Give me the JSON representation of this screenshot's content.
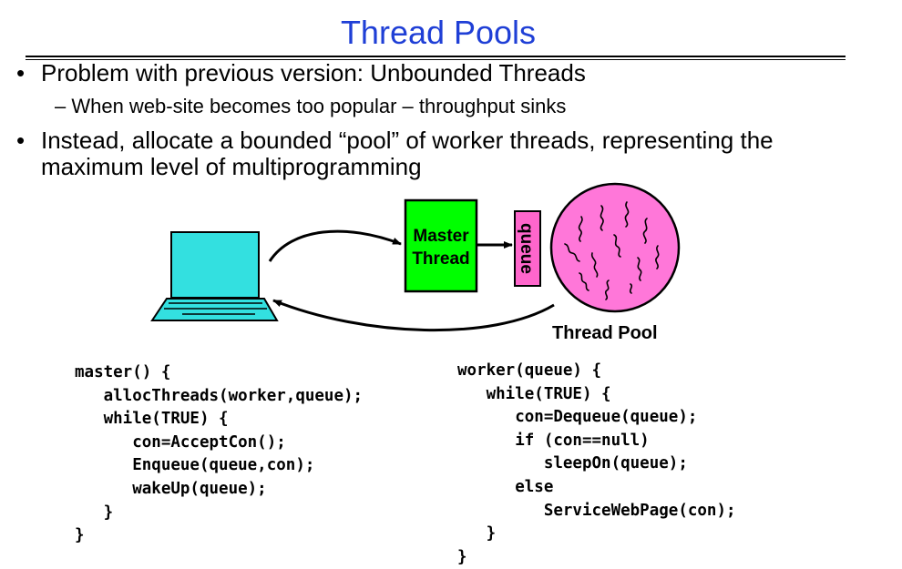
{
  "slide": {
    "title": "Thread Pools",
    "bullets": [
      {
        "text": "Problem with previous version: Unbounded Threads",
        "sub": "– When web-site becomes too popular – throughput sinks"
      },
      {
        "text": "Instead, allocate a bounded “pool” of worker threads, representing the maximum level of multiprogramming"
      }
    ]
  },
  "diagram": {
    "master_label_line1": "Master",
    "master_label_line2": "Thread",
    "queue_label": "queue",
    "pool_label": "Thread Pool",
    "colors": {
      "master_fill": "#00ff00",
      "queue_fill": "#ff66cc",
      "pool_fill": "#ff77d9",
      "laptop_fill": "#33e0e0",
      "title": "#1f3fd6"
    },
    "icons": [
      "laptop-icon",
      "thread-squiggle-icon"
    ]
  },
  "code": {
    "master": [
      "master() {",
      "   allocThreads(worker,queue);",
      "   while(TRUE) {",
      "      con=AcceptCon();",
      "      Enqueue(queue,con);",
      "      wakeUp(queue);",
      "   }",
      "}"
    ],
    "worker": [
      "worker(queue) {",
      "   while(TRUE) {",
      "      con=Dequeue(queue);",
      "      if (con==null)",
      "         sleepOn(queue);",
      "      else",
      "         ServiceWebPage(con);",
      "   }",
      "}"
    ]
  }
}
